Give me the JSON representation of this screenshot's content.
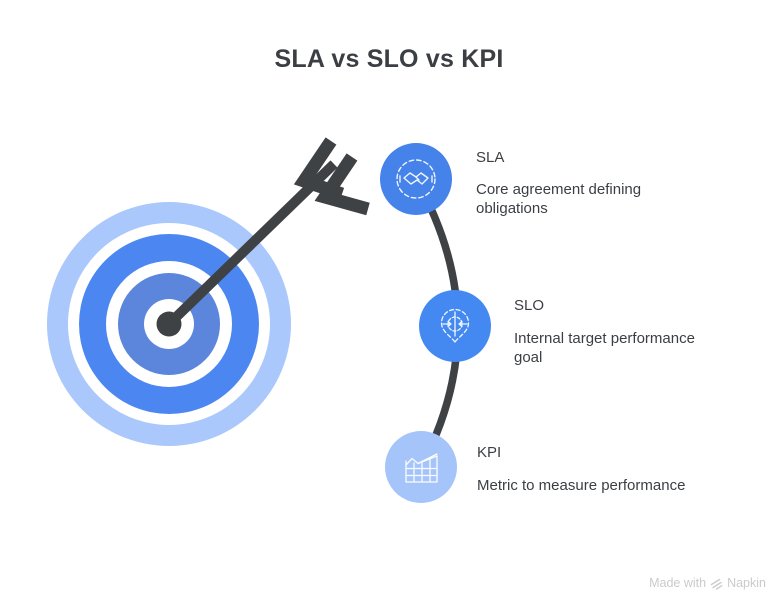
{
  "title": "SLA vs SLO vs KPI",
  "nodes": [
    {
      "id": "sla",
      "label": "SLA",
      "description": "Core agreement defining obligations",
      "color": "#4583ea",
      "icon": "handshake-icon"
    },
    {
      "id": "slo",
      "label": "SLO",
      "description": "Internal target performance goal",
      "color": "#4489f2",
      "icon": "location-target-icon"
    },
    {
      "id": "kpi",
      "label": "KPI",
      "description": "Metric to measure performance",
      "color": "#a5c4f9",
      "icon": "chart-grid-icon"
    }
  ],
  "illustration": {
    "name": "target-with-arrow",
    "colors": {
      "outer_ring": "#aac8fb",
      "bright_ring": "#4c87f1",
      "mid_ring": "#5b86dc",
      "arrow": "#3f4245"
    }
  },
  "connector": {
    "color": "#3f4245"
  },
  "text_color": "#3b3f44",
  "watermark": {
    "prefix": "Made with",
    "brand": "Napkin",
    "color": "#c9cbcd",
    "icon": "napkin-logo-icon"
  }
}
